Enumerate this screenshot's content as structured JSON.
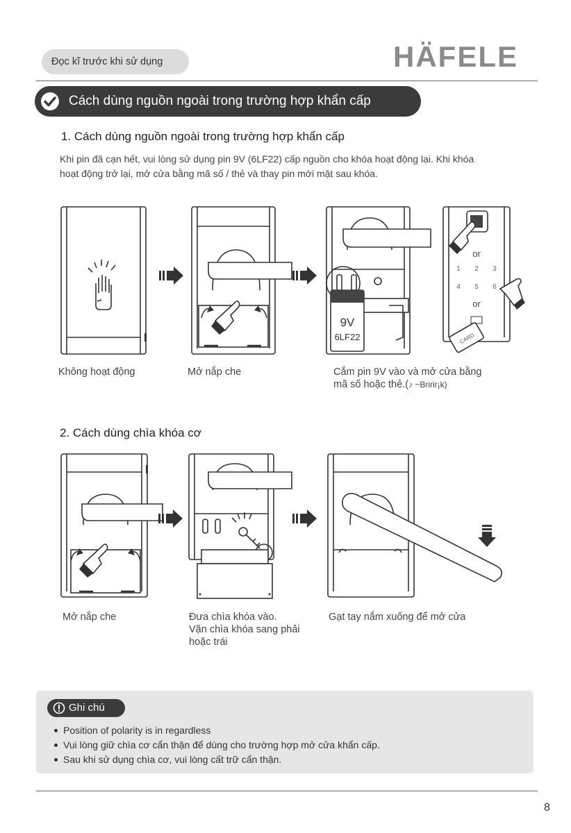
{
  "header": {
    "pill_label": "Đọc kĩ trước khi sử dụng",
    "brand": "HÄFELE"
  },
  "banner": {
    "title": "Cách dùng nguồn ngoài trong trường hợp khẩn cấp",
    "icon": "check-circle-icon"
  },
  "section1": {
    "heading": "1. Cách dùng nguồn ngoài trong trường hợp khẩn cấp",
    "body_line1": "Khi pin đã cạn hết, vui lòng sử dụng pin 9V (6LF22) cấp nguồn cho khóa hoạt động lại. Khi khóa",
    "body_line2": "hoạt động trở lại, mở cửa bằng mã số / thẻ và thay pin mới mặt sau khóa.",
    "figure": {
      "battery_label": "9V",
      "battery_model": "6LF22",
      "or_label": "or",
      "keypad_digits": [
        "1",
        "2",
        "3",
        "4",
        "5",
        "6"
      ],
      "card_label": "CARD"
    },
    "captions": {
      "step1": "Không hoạt động",
      "step2": "Mở nắp che",
      "step3_line1": "Cắm pin 9V vào và mở cửa bằng",
      "step3_line2": "mã số hoặc thẻ.(",
      "step3_sound": "♪ ~Bririr¡k)"
    }
  },
  "section2": {
    "heading": "2. Cách dùng chìa khóa cơ",
    "captions": {
      "step1": "Mở nắp che",
      "step2_line1": "Đưa chìa khóa vào.",
      "step2_line2": "Vặn chìa khóa sang phải",
      "step2_line3": "hoặc trái",
      "step3": "Gạt tay nắm xuống để mở cửa"
    }
  },
  "notes": {
    "label": "Ghi chú",
    "icon": "exclamation-circle-icon",
    "items": [
      "Position of polarity is in regardless",
      "Vui lòng giữ chìa cơ cẩn thận để dùng cho trường hợp mở cửa khẩn cấp.",
      "Sau khi sử dụng chìa cơ, vui lòng cất trữ cẩn thận."
    ]
  },
  "footer": {
    "page_number": "8"
  },
  "colors": {
    "banner_bg": "#3b3b3b",
    "pill_bg": "#dcdcdc",
    "note_bg": "#e6e6e6",
    "logo_gray": "#8a8a8a"
  }
}
